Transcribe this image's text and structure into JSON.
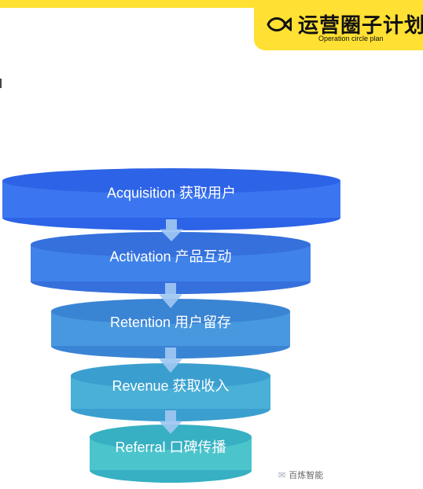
{
  "brand": {
    "title": "运营圈子计划",
    "subtitle": "Operation circle plan",
    "accent": "#ffe033",
    "icon": "fish-logo-icon"
  },
  "funnel": {
    "stages": [
      {
        "en": "Acquisition",
        "zh": "获取用户",
        "color_top": "#2d63e6",
        "color_body": "#3b76f0"
      },
      {
        "en": "Activation",
        "zh": "产品互动",
        "color_top": "#3570dc",
        "color_body": "#3f82ea"
      },
      {
        "en": "Retention",
        "zh": "用户留存",
        "color_top": "#3a84d4",
        "color_body": "#4898e0"
      },
      {
        "en": "Revenue",
        "zh": "获取收入",
        "color_top": "#3a9fcf",
        "color_body": "#4ab0d8"
      },
      {
        "en": "Referral",
        "zh": "口碑传播",
        "color_top": "#36b0c2",
        "color_body": "#4cc4cc"
      }
    ],
    "arrow_color": "#9ec7f2"
  },
  "watermark": {
    "icon": "wechat-icon",
    "text": "百炼智能"
  }
}
